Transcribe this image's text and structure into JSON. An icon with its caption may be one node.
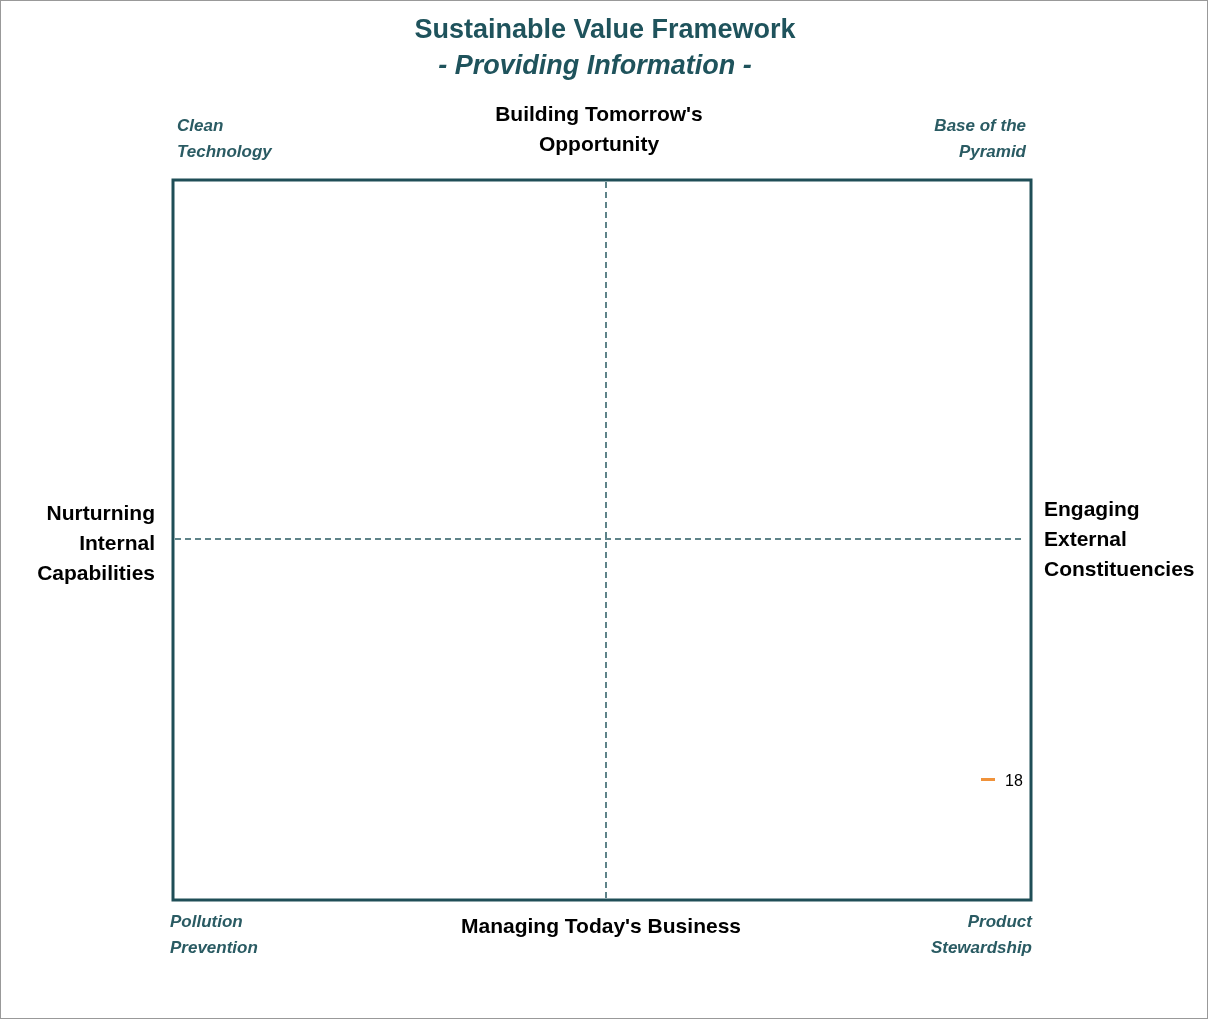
{
  "diagram": {
    "title": "Sustainable Value Framework",
    "labels": [
      "- Providing Information -",
      "Clean Technology",
      "Building Tomorrow's Opportunity",
      "Base of the Pyramid",
      "Nurturning Internal Capabilities",
      "Engaging External Constituencies",
      "18",
      "Pollution Prevention",
      "Managing Today's Business",
      "Product Stewardship"
    ]
  }
}
